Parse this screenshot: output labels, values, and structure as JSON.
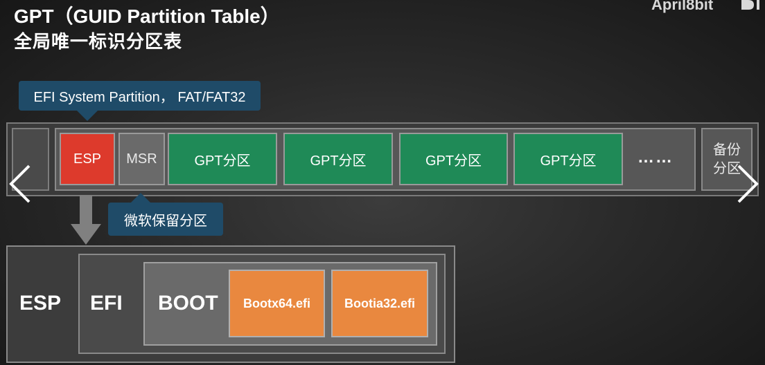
{
  "header": {
    "title": "GPT（GUID Partition Table）",
    "subtitle": "全局唯一标识分区表",
    "watermark": "April8bit"
  },
  "callouts": {
    "esp_note": "EFI System Partition， FAT/FAT32",
    "msr_note": "微软保留分区"
  },
  "disk": {
    "partitions": {
      "esp": "ESP",
      "msr": "MSR",
      "gpt1": "GPT分区",
      "gpt2": "GPT分区",
      "gpt3": "GPT分区",
      "gpt4": "GPT分区"
    },
    "ellipsis": "……",
    "backup_line1": "备份",
    "backup_line2": "分区"
  },
  "esp_structure": {
    "esp_label": "ESP",
    "efi_label": "EFI",
    "boot_label": "BOOT",
    "files": [
      "Bootx64.efi",
      "Bootia32.efi"
    ]
  },
  "colors": {
    "esp": "#dd3a2c",
    "msr": "#6a6a6a",
    "gpt": "#1f8a57",
    "file": "#e9883f",
    "callout": "#1f4b68"
  },
  "icons": {
    "prev": "chevron-left-icon",
    "next": "chevron-right-icon"
  }
}
